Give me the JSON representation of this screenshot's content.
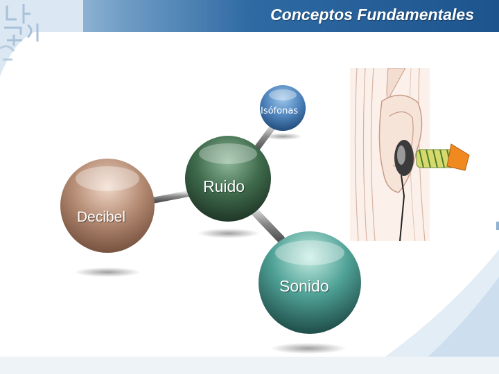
{
  "header": {
    "title": "Conceptos Fundamentales"
  },
  "diagram": {
    "nodes": [
      {
        "id": "isofonas",
        "label": "Isófonas",
        "color": "#4a7fb5"
      },
      {
        "id": "ruido",
        "label": "Ruido",
        "color": "#2f5a3c"
      },
      {
        "id": "decibel",
        "label": "Decibel",
        "color": "#9b7560"
      },
      {
        "id": "sonido",
        "label": "Sonido",
        "color": "#3f8d86"
      }
    ],
    "connections": [
      {
        "from": "ruido",
        "to": "isofonas"
      },
      {
        "from": "ruido",
        "to": "decibel"
      },
      {
        "from": "ruido",
        "to": "sonido"
      }
    ]
  },
  "illustration": {
    "icon": "ear-with-earplug-icon"
  },
  "colors": {
    "header_dark": "#1d548d",
    "header_light": "#c9dced"
  }
}
